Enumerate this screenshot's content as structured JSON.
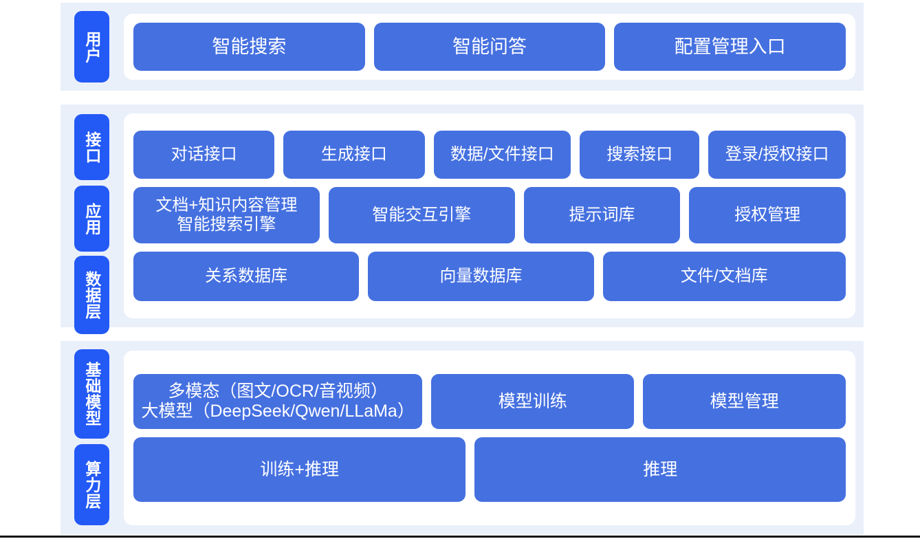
{
  "colors": {
    "tab_blue": "#2359F5",
    "box_blue": "#4570E0",
    "band_bg": "#EAF0FA",
    "card_bg": "#FFFFFF",
    "text_white": "#FFFFFF"
  },
  "sections": [
    {
      "id": "user",
      "tabs": [
        {
          "label": "用户"
        }
      ],
      "rows": [
        {
          "id": "user-row",
          "boxes": [
            {
              "label": "智能搜索"
            },
            {
              "label": "智能问答"
            },
            {
              "label": "配置管理入口"
            }
          ]
        }
      ]
    },
    {
      "id": "middle",
      "tabs": [
        {
          "label": "接口"
        },
        {
          "label": "应用"
        },
        {
          "label": "数据层"
        }
      ],
      "rows": [
        {
          "id": "interface-row",
          "boxes": [
            {
              "label": "对话接口"
            },
            {
              "label": "生成接口"
            },
            {
              "label": "数据/文件接口"
            },
            {
              "label": "搜索接口"
            },
            {
              "label": "登录/授权接口"
            }
          ]
        },
        {
          "id": "application-row",
          "boxes": [
            {
              "label": "文档+知识内容管理\n智能搜索引擎"
            },
            {
              "label": "智能交互引擎"
            },
            {
              "label": "提示词库"
            },
            {
              "label": "授权管理"
            }
          ]
        },
        {
          "id": "data-row",
          "boxes": [
            {
              "label": "关系数据库"
            },
            {
              "label": "向量数据库"
            },
            {
              "label": "文件/文档库"
            }
          ]
        }
      ]
    },
    {
      "id": "base",
      "tabs": [
        {
          "label": "基础模型"
        },
        {
          "label": "算力层"
        }
      ],
      "rows": [
        {
          "id": "model-row",
          "boxes": [
            {
              "label": "多模态（图文/OCR/音视频）\n大模型（DeepSeek/Qwen/LLaMa）"
            },
            {
              "label": "模型训练"
            },
            {
              "label": "模型管理"
            }
          ]
        },
        {
          "id": "compute-row",
          "boxes": [
            {
              "label": "训练+推理"
            },
            {
              "label": "推理"
            }
          ]
        }
      ]
    }
  ]
}
